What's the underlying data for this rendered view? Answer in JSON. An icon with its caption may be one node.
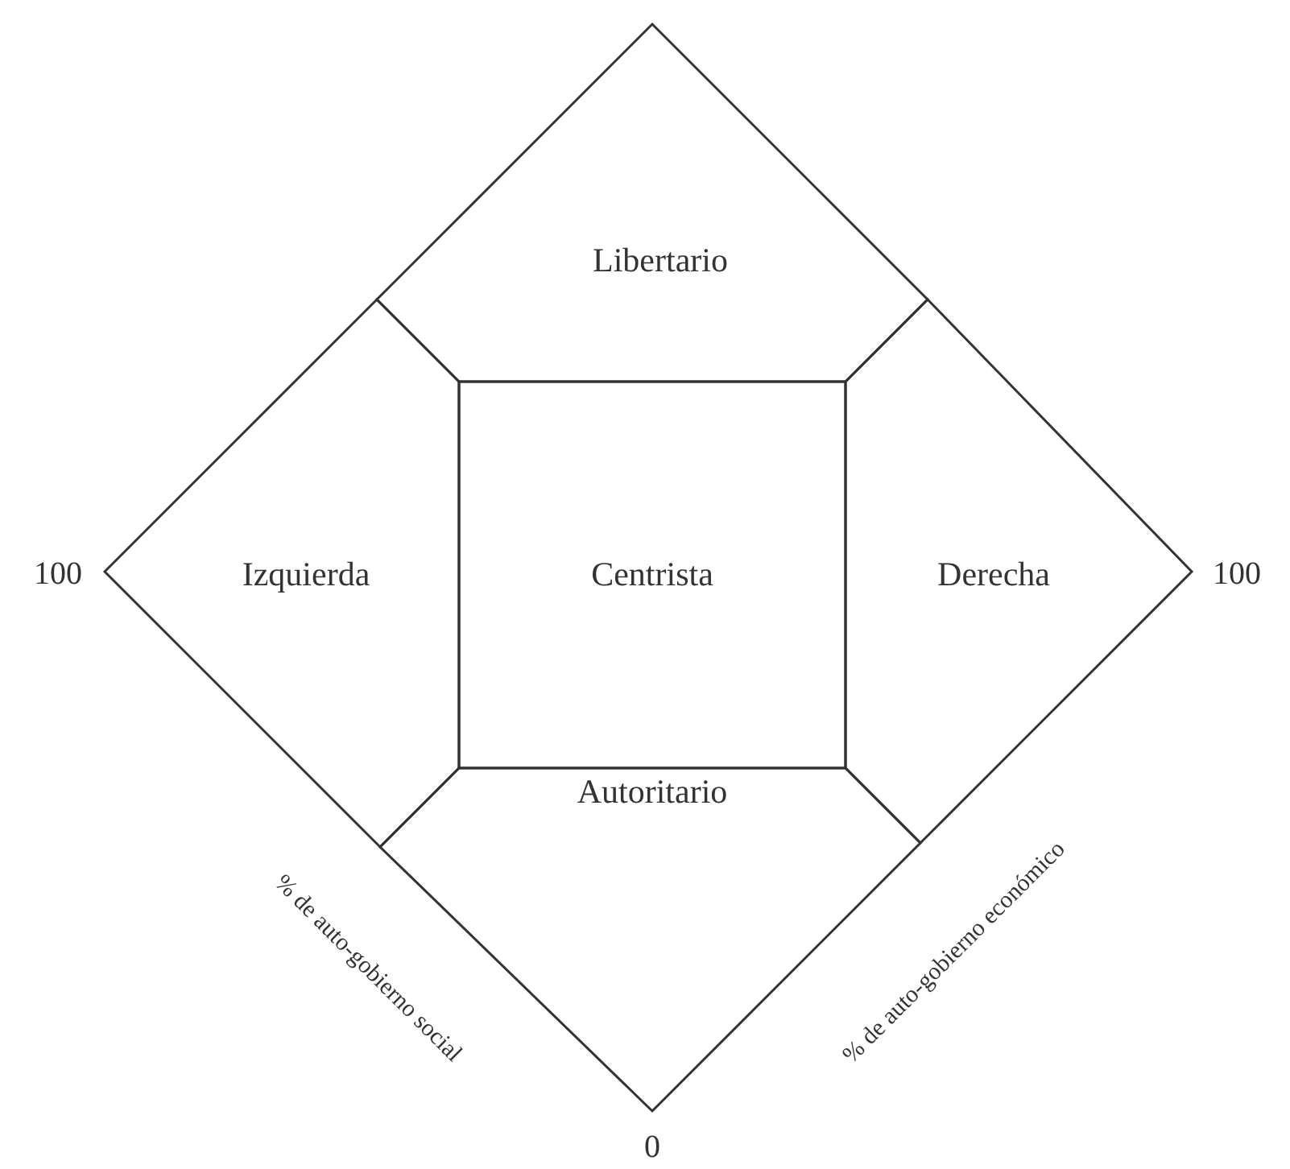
{
  "diagram": {
    "nodes": [
      {
        "text": [
          "Libertario"
        ]
      },
      {
        "text": [
          "Izquierda"
        ]
      },
      {
        "text": [
          "Centrista"
        ]
      },
      {
        "text": [
          "Derecha"
        ]
      },
      {
        "text": [
          "Autoritario"
        ]
      }
    ],
    "labels": [
      "100",
      "100",
      "% de auto-gobierno social",
      "% de auto-gobierno económico",
      "0"
    ]
  }
}
